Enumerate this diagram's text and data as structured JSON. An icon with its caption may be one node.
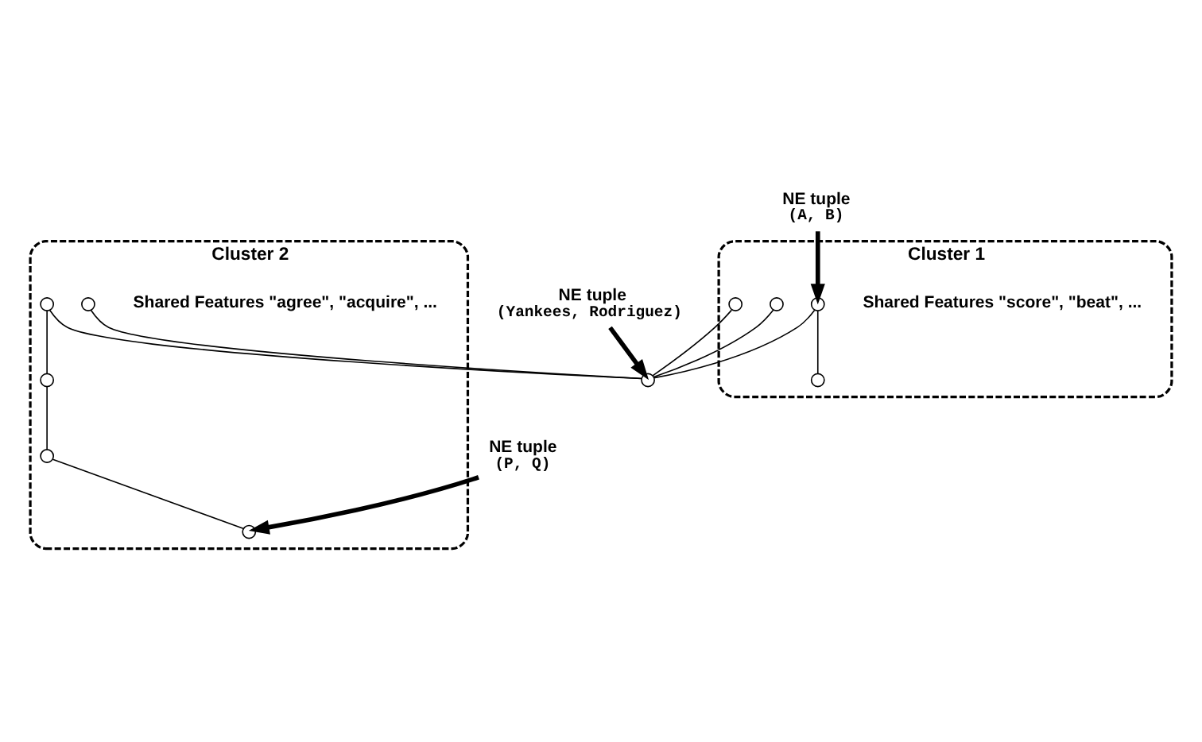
{
  "diagram": {
    "nodes": [
      {
        "text": [
          "Cluster 1"
        ],
        "beside": [
          "Shared Features \"score\", \"beat\", ..."
        ]
      },
      {
        "text": [],
        "shape": "circle",
        "in": 0
      },
      {
        "text": [],
        "shape": "circle",
        "in": 0
      },
      {
        "text": [],
        "shape": "circle",
        "in": 0
      },
      {
        "text": [
          "NE tuple",
          "(A, B)"
        ]
      },
      {
        "text": [
          "Cluster 2"
        ],
        "beside": [
          "Shared Features \"agree\", \"acquire\", ..."
        ]
      },
      {
        "text": [],
        "shape": "circle",
        "in": 5
      },
      {
        "text": [],
        "shape": "circle"
      },
      {
        "text": [],
        "shape": "circle",
        "in": 5
      },
      {
        "text": [],
        "shape": "circle",
        "in": 5
      },
      {
        "text": [],
        "shape": "circle",
        "in": 5
      },
      {
        "text": [],
        "shape": "circle",
        "in": 5
      },
      {
        "text": [],
        "shape": "circle",
        "in": 0
      },
      {
        "text": [
          "NE tuple",
          "(Yankees, Rodriguez)"
        ]
      },
      {
        "text": [
          "NE tuple",
          "(P, Q)"
        ]
      }
    ],
    "edges": [
      {
        "from": 1,
        "to": 2,
        "arrow": "none"
      },
      {
        "from": 1,
        "to": 7,
        "arrow": "none"
      },
      {
        "from": 3,
        "to": 7,
        "arrow": "none"
      },
      {
        "from": 6,
        "to": 7,
        "arrow": "none"
      },
      {
        "from": 7,
        "to": 8,
        "arrow": "none"
      },
      {
        "from": 8,
        "to": 9,
        "arrow": "none"
      },
      {
        "from": 9,
        "to": 10,
        "arrow": "none"
      },
      {
        "from": 10,
        "to": 11,
        "arrow": "none"
      },
      {
        "from": 7,
        "to": 12,
        "arrow": "none"
      },
      {
        "from": 4,
        "to": 1,
        "arrow": "to",
        "style": "thick"
      },
      {
        "from": 13,
        "to": 7,
        "arrow": "to",
        "style": "thick"
      },
      {
        "from": 14,
        "to": 11,
        "arrow": "to",
        "style": "thick"
      }
    ]
  }
}
